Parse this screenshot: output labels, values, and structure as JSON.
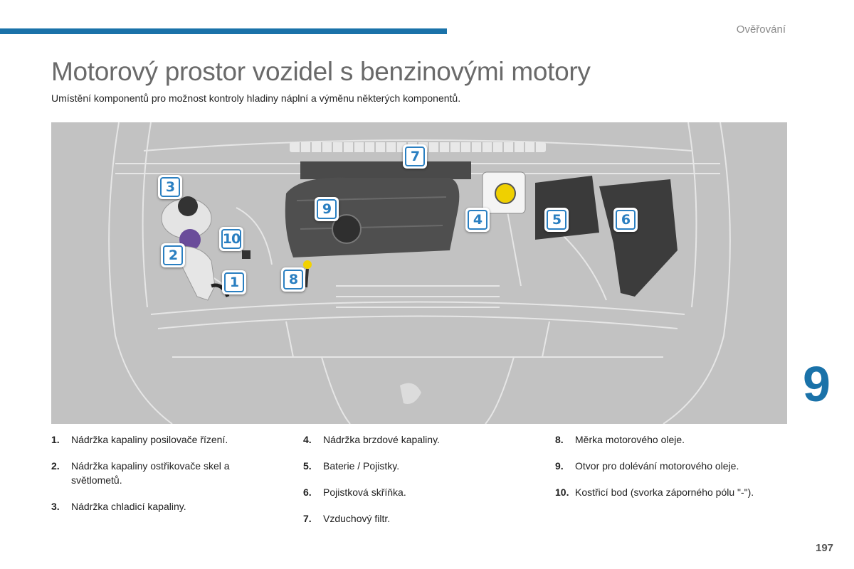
{
  "header": {
    "section": "Ověřování"
  },
  "title": "Motorový prostor vozidel s benzinovými motory",
  "subtitle": "Umístění komponentů pro možnost kontroly hladiny náplní a výměnu některých komponentů.",
  "figure": {
    "callouts": [
      "1",
      "2",
      "3",
      "4",
      "5",
      "6",
      "7",
      "8",
      "9",
      "10"
    ]
  },
  "legend": {
    "col1": [
      {
        "num": "1.",
        "text": "Nádržka kapaliny posilovače řízení."
      },
      {
        "num": "2.",
        "text": "Nádržka kapaliny ostřikovače skel a světlometů."
      },
      {
        "num": "3.",
        "text": "Nádržka chladicí kapaliny."
      }
    ],
    "col2": [
      {
        "num": "4.",
        "text": "Nádržka brzdové kapaliny."
      },
      {
        "num": "5.",
        "text": "Baterie / Pojistky."
      },
      {
        "num": "6.",
        "text": "Pojistková skříňka."
      },
      {
        "num": "7.",
        "text": "Vzduchový filtr."
      }
    ],
    "col3": [
      {
        "num": "8.",
        "text": "Měrka motorového oleje."
      },
      {
        "num": "9.",
        "text": "Otvor pro dolévání motorového oleje."
      },
      {
        "num": "10.",
        "text": "Kostřicí bod (svorka záporného pólu \"-\")."
      }
    ]
  },
  "chapter": "9",
  "page_number": "197",
  "colors": {
    "accent": "#1a72a9",
    "callout": "#2a7fc1",
    "figure_bg": "#c2c2c2"
  }
}
